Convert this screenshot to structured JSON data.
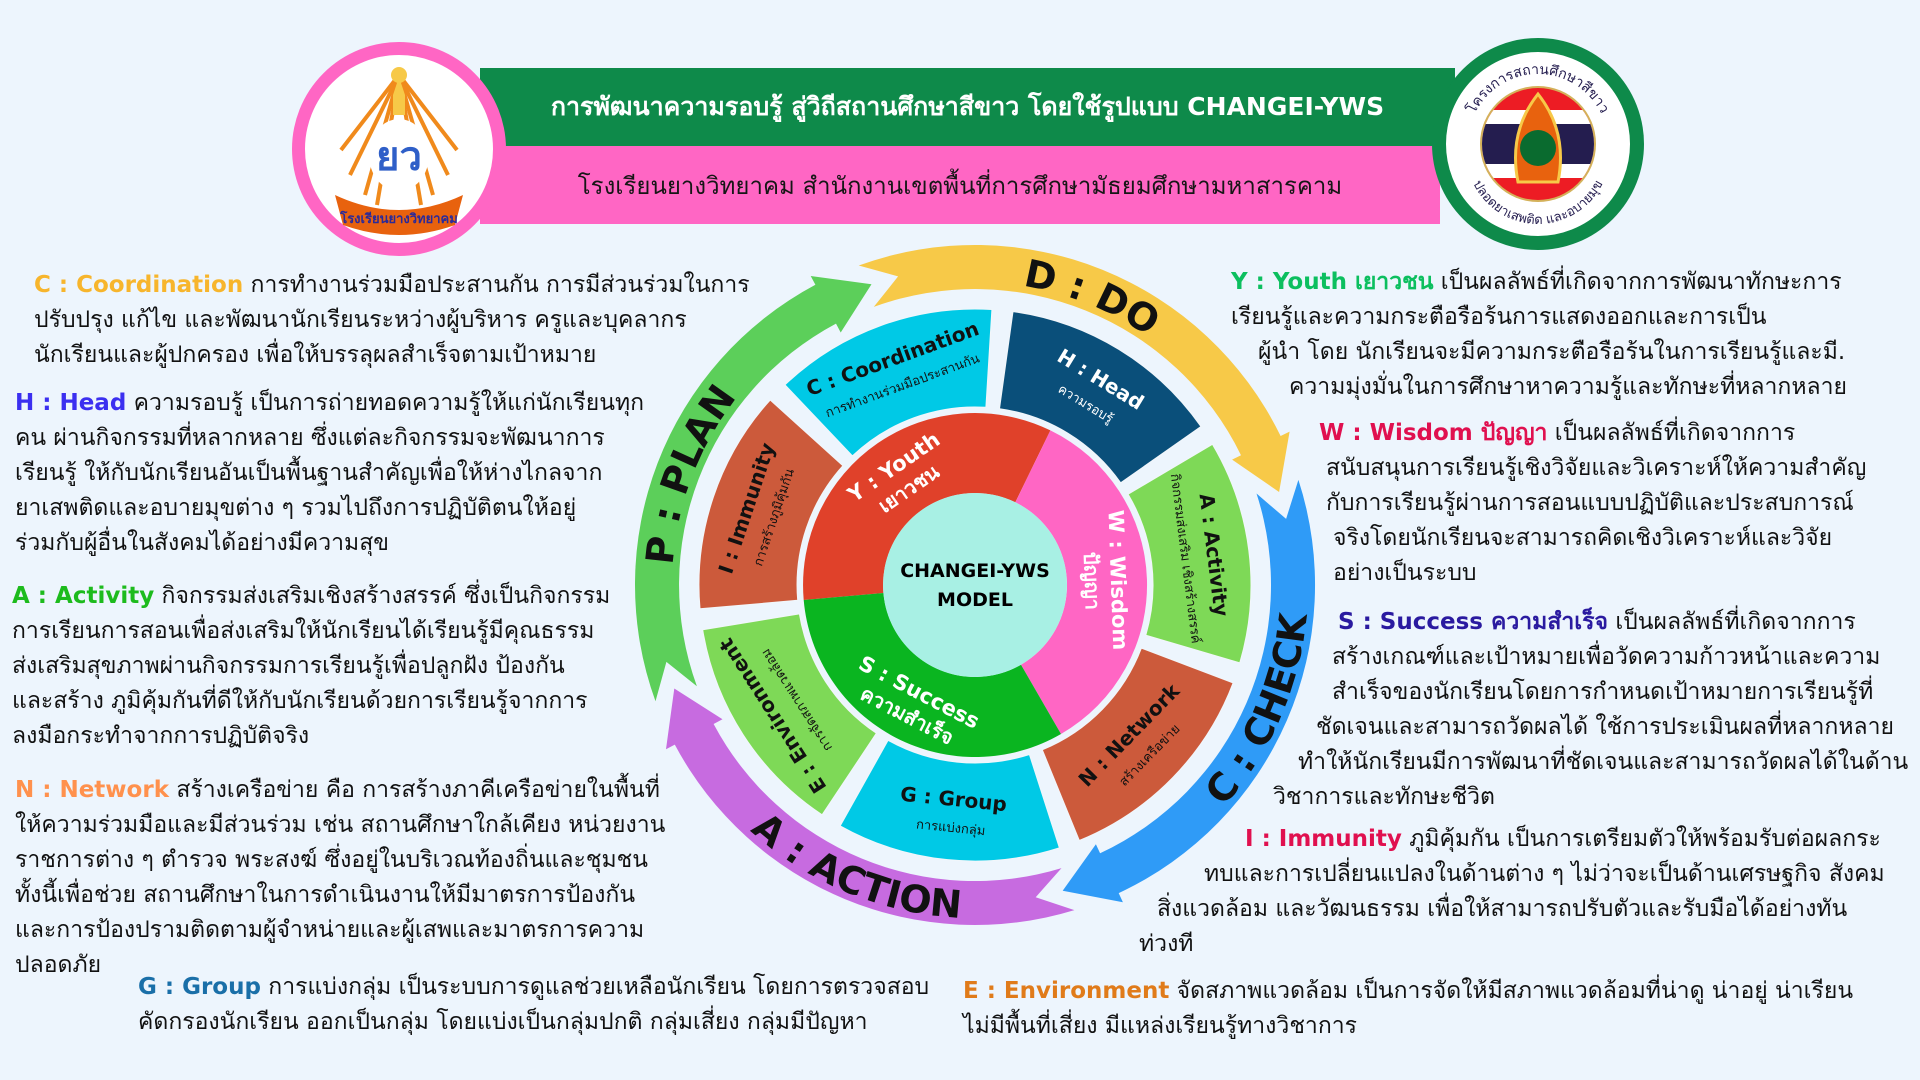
{
  "header": {
    "title": "การพัฒนาความรอบรู้ สู่วิถีสถานศึกษาสีขาว โดยใช้รูปแบบ CHANGEI-YWS",
    "subtitle": "โรงเรียนยางวิทยาคม  สำนักงานเขตพื้นที่การศึกษามัธยมศึกษามหาสารคาม",
    "left_logo_text": "โรงเรียนยางวิทยาคม",
    "right_logo_text_top": "โครงการสถานศึกษาสีขาว",
    "right_logo_text_bottom": "ปลอดยาเสพติด และอบายมุข"
  },
  "colors": {
    "background": "#edf5fd",
    "title_bar": "#0e8a4a",
    "subtitle_bar": "#ff66c4",
    "plan": "#5ccf5a",
    "do": "#f7c948",
    "check": "#2f9bf7",
    "action": "#c76be0",
    "cyan": "#00c9e6",
    "navy": "#0a4f7a",
    "lightgreen": "#7ed957",
    "rust": "#cc5a3b",
    "youth": "#e0412a",
    "wisdom": "#ff66c4",
    "success": "#0ab520",
    "center": "#a8f0e4"
  },
  "model": {
    "center_line1": "CHANGEI-YWS",
    "center_line2": "MODEL",
    "cycle": [
      {
        "label": "P : PLAN",
        "color": "#5ccf5a"
      },
      {
        "label": "D : DO",
        "color": "#f7c948"
      },
      {
        "label": "C : CHECK",
        "color": "#2f9bf7"
      },
      {
        "label": "A : ACTION",
        "color": "#c76be0"
      }
    ],
    "segments": [
      {
        "title": "C : Coordination",
        "sub": "การทำงานร่วมมือประสานกัน",
        "color": "#00c9e6"
      },
      {
        "title": "H : Head",
        "sub": "ความรอบรู้",
        "color": "#0a4f7a"
      },
      {
        "title": "A : Activity",
        "sub": "กิจกรรมส่งเสริม เชิงสร้างสรรค์",
        "color": "#7ed957"
      },
      {
        "title": "N : Network",
        "sub": "สร้างเครือข่าย",
        "color": "#cc5a3b"
      },
      {
        "title": "G : Group",
        "sub": "การแบ่งกลุ่ม",
        "color": "#00c9e6"
      },
      {
        "title": "E : Environment",
        "sub": "การจัดสภาพแวดล้อม",
        "color": "#7ed957"
      },
      {
        "title": "I : Immunity",
        "sub": "การสร้างภูมิคุ้มกัน",
        "color": "#cc5a3b"
      }
    ],
    "outcomes": [
      {
        "title": "Y : Youth",
        "sub": "เยาวชน",
        "color": "#e0412a"
      },
      {
        "title": "W : Wisdom",
        "sub": "ปัญญา",
        "color": "#ff66c4"
      },
      {
        "title": "S : Success",
        "sub": "ความสำเร็จ",
        "color": "#0ab520"
      }
    ]
  },
  "descriptions": {
    "C": {
      "key": "C : Coordination",
      "color": "#f7b52c",
      "lines": [
        "การทำงานร่วมมือประสานกัน การมีส่วนร่วมในการ",
        "ปรับปรุง แก้ไข และพัฒนานักเรียนระหว่างผู้บริหาร ครูและบุคลากร",
        "นักเรียนและผู้ปกครอง เพื่อให้บรรลุผลสำเร็จตามเป้าหมาย"
      ]
    },
    "H": {
      "key": "H : Head",
      "color": "#3b2ff0",
      "lines": [
        "ความรอบรู้ เป็นการถ่ายทอดความรู้ให้แก่นักเรียนทุก",
        "คน ผ่านกิจกรรมที่หลากหลาย ซึ่งแต่ละกิจกรรมจะพัฒนาการ",
        "เรียนรู้ ให้กับนักเรียนอันเป็นพื้นฐานสำคัญเพื่อให้ห่างไกลจาก",
        "ยาเสพติดและอบายมุขต่าง ๆ รวมไปถึงการปฏิบัติตนให้อยู่",
        "ร่วมกับผู้อื่นในสังคมได้อย่างมีความสุข"
      ]
    },
    "A": {
      "key": "A : Activity",
      "color": "#1dbb1d",
      "lines": [
        "กิจกรรมส่งเสริมเชิงสร้างสรรค์ ซึ่งเป็นกิจกรรม",
        "การเรียนการสอนเพื่อส่งเสริมให้นักเรียนได้เรียนรู้มีคุณธรรม",
        "ส่งเสริมสุขภาพผ่านกิจกรรมการเรียนรู้เพื่อปลูกฝัง ป้องกัน",
        "และสร้าง ภูมิคุ้มกันที่ดีให้กับนักเรียนด้วยการเรียนรู้จากการ",
        "ลงมือกระทำจากการปฏิบัติจริง"
      ]
    },
    "N": {
      "key": "N : Network",
      "color": "#ff914d",
      "lines": [
        "สร้างเครือข่าย คือ การสร้างภาคีเครือข่ายในพื้นที่",
        "ให้ความร่วมมือและมีส่วนร่วม เช่น สถานศึกษาใกล้เคียง หน่วยงาน",
        "ราชการต่าง ๆ ตำรวจ พระสงฆ์ ซึ่งอยู่ในบริเวณท้องถิ่นและชุมชน",
        "ทั้งนี้เพื่อช่วย สถานศึกษาในการดำเนินงานให้มีมาตรการป้องกัน",
        "และการป้องปรามติดตามผู้จำหน่ายและผู้เสพและมาตรการความ",
        "ปลอดภัย"
      ]
    },
    "G": {
      "key": "G : Group",
      "color": "#1a6fa8",
      "lines": [
        "การแบ่งกลุ่ม เป็นระบบการดูแลช่วยเหลือนักเรียน โดยการตรวจสอบ",
        "คัดกรองนักเรียน ออกเป็นกลุ่ม โดยแบ่งเป็นกลุ่มปกติ กลุ่มเสี่ยง กลุ่มมีปัญหา"
      ]
    },
    "E": {
      "key": "E : Environment",
      "color": "#e07b1a",
      "lines": [
        "จัดสภาพแวดล้อม เป็นการจัดให้มีสภาพแวดล้อมที่น่าดู น่าอยู่  น่าเรียน",
        "ไม่มีพื้นที่เสี่ยง มีแหล่งเรียนรู้ทางวิชาการ"
      ]
    },
    "Y": {
      "key": "Y : Youth เยาวชน",
      "color": "#0cbf5f",
      "lines": [
        "เป็นผลลัพธ์ที่เกิดจากการพัฒนาทักษะการ",
        "เรียนรู้และความกระตือรือร้นการแสดงออกและการเป็น",
        "ผู้นำ โดย นักเรียนจะมีความกระตือรือร้นในการเรียนรู้และมี.",
        "ความมุ่งมั่นในการศึกษาหาความรู้และทักษะที่หลากหลาย"
      ]
    },
    "W": {
      "key": "W : Wisdom ปัญญา",
      "color": "#e0104f",
      "lines": [
        "เป็นผลลัพธ์ที่เกิดจากการ",
        "สนับสนุนการเรียนรู้เชิงวิจัยและวิเคราะห์ให้ความสำคัญ",
        "กับการเรียนรู้ผ่านการสอนแบบปฏิบัติและประสบการณ์",
        "จริงโดยนักเรียนจะสามารถคิดเชิงวิเคราะห์และวิจัย",
        "อย่างเป็นระบบ"
      ]
    },
    "S": {
      "key": "S : Success ความสำเร็จ",
      "color": "#2a1aa0",
      "lines": [
        "เป็นผลลัพธ์ที่เกิดจากการ",
        "สร้างเกณฑ์และเป้าหมายเพื่อวัดความก้าวหน้าและความ",
        "สำเร็จของนักเรียนโดยการกำหนดเป้าหมายการเรียนรู้ที่",
        "ชัดเจนและสามารถวัดผลได้ ใช้การประเมินผลที่หลากหลาย",
        "ทำให้นักเรียนมีการพัฒนาที่ชัดเจนและสามารถวัดผลได้ในด้าน",
        "วิชาการและทักษะชีวิต"
      ]
    },
    "I": {
      "key": "I : Immunity",
      "color": "#e0104f",
      "lines": [
        "ภูมิคุ้มกัน เป็นการเตรียมตัวให้พร้อมรับต่อผลกระ",
        "ทบและการเปลี่ยนแปลงในด้านต่าง ๆ ไม่ว่าจะเป็นด้านเศรษฐกิจ สังคม",
        "สิ่งแวดล้อม และวัฒนธรรม เพื่อให้สามารถปรับตัวและรับมือได้อย่างทัน",
        "ท่วงที"
      ]
    }
  }
}
